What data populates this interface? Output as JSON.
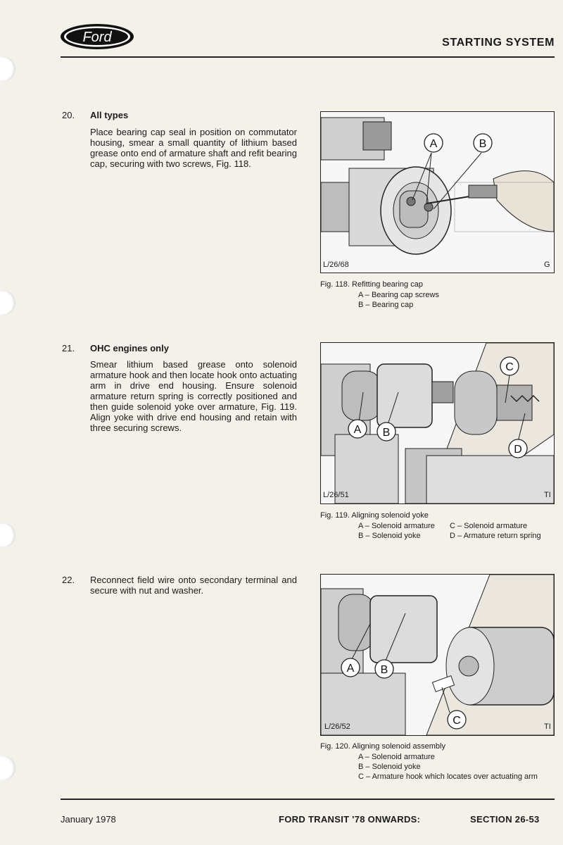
{
  "header": {
    "logo_text": "Ford",
    "section_title": "STARTING SYSTEM"
  },
  "steps": [
    {
      "number": "20.",
      "title": "All types",
      "body": "Place bearing cap seal in position on commutator housing, smear a small quantity of lithium based grease onto end of armature shaft and refit bearing cap, securing with two screws, Fig. 118."
    },
    {
      "number": "21.",
      "title": "OHC engines only",
      "body": "Smear lithium based grease onto solenoid armature hook and then locate hook onto actuating arm in drive end housing. Ensure solenoid armature return spring is correctly positioned and then guide solenoid yoke over armature, Fig. 119. Align yoke with drive end housing and retain with three securing screws."
    },
    {
      "number": "22.",
      "title": "",
      "body": "Reconnect field wire onto secondary terminal and secure with nut and washer."
    }
  ],
  "figures": [
    {
      "code": "L/26/68",
      "corner_mark": "G",
      "caption": "Fig. 118.  Refitting bearing cap",
      "callouts": [
        "A",
        "B"
      ],
      "legend": [
        "A – Bearing cap screws",
        "B – Bearing cap"
      ]
    },
    {
      "code": "L/26/51",
      "corner_mark": "TI",
      "caption": "Fig. 119.  Aligning solenoid yoke",
      "callouts": [
        "A",
        "B",
        "C",
        "D"
      ],
      "legend": [
        "A – Solenoid armature",
        "B – Solenoid yoke",
        "C – Solenoid armature",
        "D – Armature return spring"
      ]
    },
    {
      "code": "L/26/52",
      "corner_mark": "TI",
      "caption": "Fig. 120.  Aligning solenoid assembly",
      "callouts": [
        "A",
        "B",
        "C"
      ],
      "legend": [
        "A – Solenoid armature",
        "B – Solenoid yoke",
        "C – Armature hook which locates over actuating arm"
      ]
    }
  ],
  "footer": {
    "date": "January 1978",
    "publication": "FORD TRANSIT '78 ONWARDS:",
    "section": "SECTION 26-53"
  }
}
